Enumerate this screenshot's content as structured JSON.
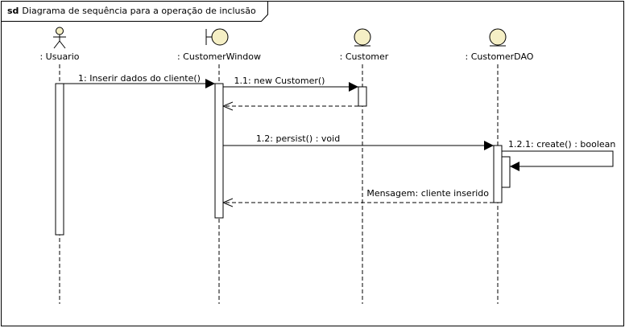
{
  "frame": {
    "keyword": "sd",
    "title": "Diagrama de sequência para a operação de inclusão"
  },
  "lifelines": [
    {
      "id": "usuario",
      "kind": "actor",
      "label": ": Usuario"
    },
    {
      "id": "window",
      "kind": "boundary",
      "label": ": CustomerWindow"
    },
    {
      "id": "customer",
      "kind": "entity",
      "label": ": Customer"
    },
    {
      "id": "dao",
      "kind": "entity",
      "label": ": CustomerDAO"
    }
  ],
  "messages": [
    {
      "id": "m1",
      "label": "1: Inserir dados do cliente()",
      "from": "usuario",
      "to": "window",
      "kind": "sync"
    },
    {
      "id": "m11",
      "label": "1.1: new Customer()",
      "from": "window",
      "to": "customer",
      "kind": "sync"
    },
    {
      "id": "m11r",
      "label": "",
      "from": "customer",
      "to": "window",
      "kind": "return"
    },
    {
      "id": "m12",
      "label": "1.2: persist() : void",
      "from": "window",
      "to": "dao",
      "kind": "sync"
    },
    {
      "id": "m121",
      "label": "1.2.1: create() : boolean",
      "from": "dao",
      "to": "dao",
      "kind": "self"
    },
    {
      "id": "m12r",
      "label": "Mensagem: cliente inserido",
      "from": "dao",
      "to": "window",
      "kind": "return"
    }
  ],
  "colors": {
    "stroke": "#000000",
    "background": "#ffffff",
    "symbol_fill": "#f5efc5"
  }
}
